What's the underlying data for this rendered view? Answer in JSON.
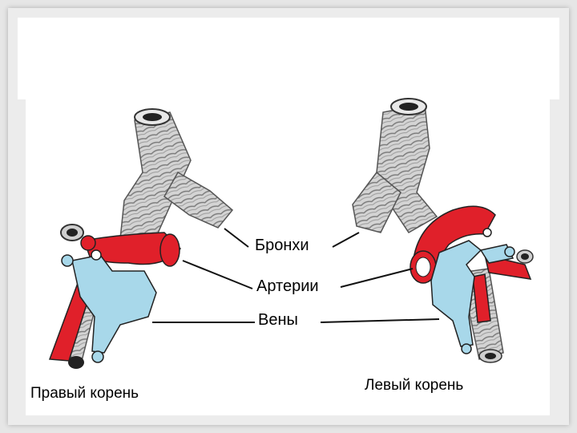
{
  "labels": {
    "bronchi": "Бронхи",
    "arteries": "Артерии",
    "veins": "Вены"
  },
  "captions": {
    "right_root": "Правый корень",
    "left_root": "Левый корень"
  },
  "colors": {
    "artery": "#e0202a",
    "vein": "#a8d8ea",
    "bronchus": "#cfcfcf",
    "outline": "#333333"
  }
}
